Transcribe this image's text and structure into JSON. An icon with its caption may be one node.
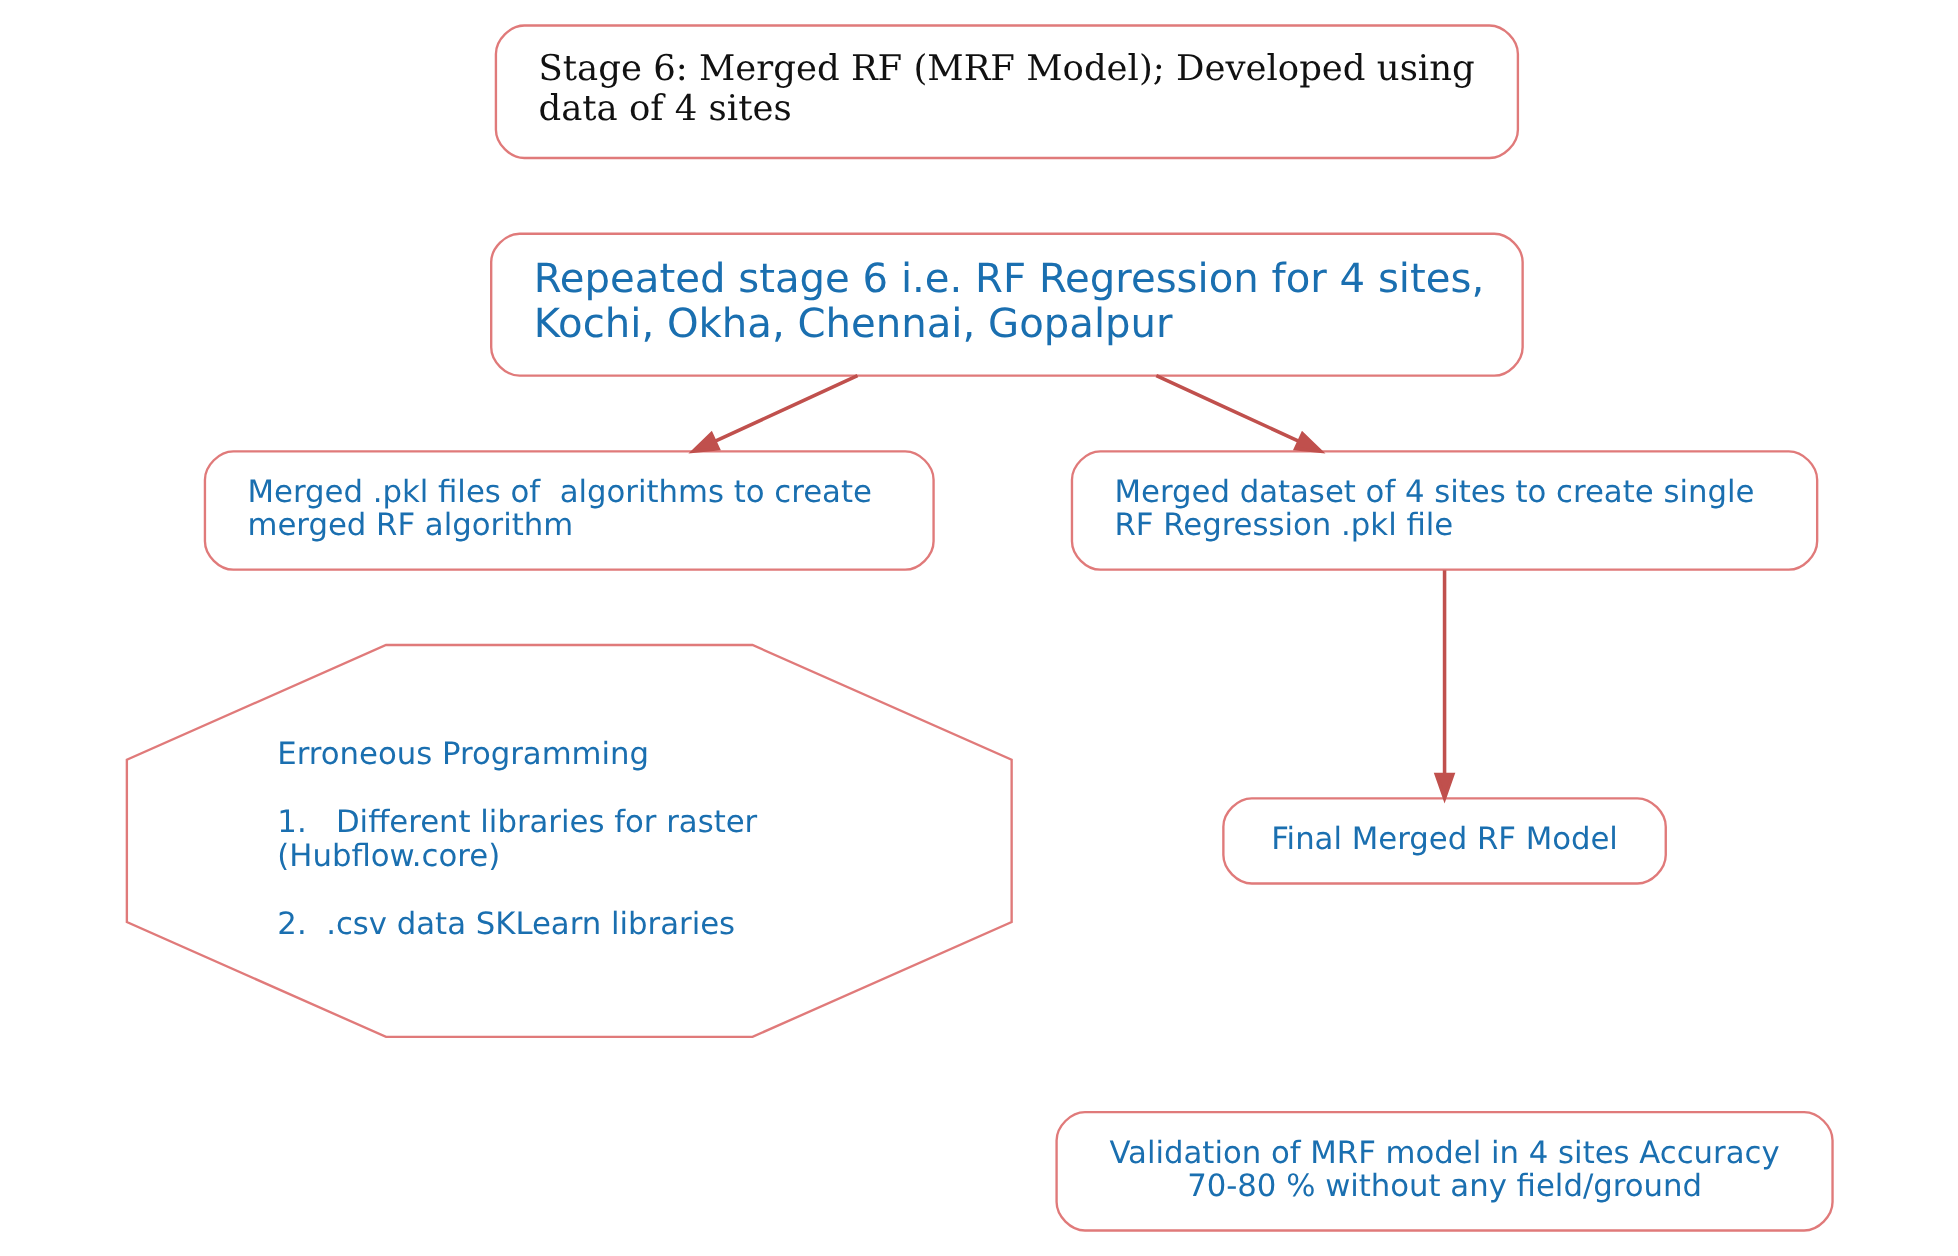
{
  "diagram": {
    "nodes": [
      {
        "text": [
          "Stage 6: Merged RF (MRF Model); Developed using data of 4 sites"
        ]
      },
      {
        "text": [
          "Repeated stage 6 i.e. RF Regression for 4 sites, Kochi, Okha, Chennai, Gopalpur"
        ]
      },
      {
        "text": [
          "Merged .pkl files of  algorithms to create merged RF algorithm"
        ]
      },
      {
        "text": [
          "Merged dataset of 4 sites to create single RF Regression .pkl file"
        ]
      },
      {
        "text": [
          "Erroneous Programming",
          "1.   Different libraries for raster (Hubflow.core)",
          "2.  .csv data SKLearn libraries"
        ]
      },
      {
        "text": [
          "Final Merged RF Model"
        ]
      },
      {
        "text": [
          "Validation of MRF model in 4 sites Accuracy 70-80 % without any field/ground"
        ]
      }
    ],
    "edges": [
      {
        "from": 1,
        "to": 2,
        "arrow": "to"
      },
      {
        "from": 1,
        "to": 3,
        "arrow": "to"
      },
      {
        "from": 3,
        "to": 5,
        "arrow": "to"
      }
    ]
  }
}
